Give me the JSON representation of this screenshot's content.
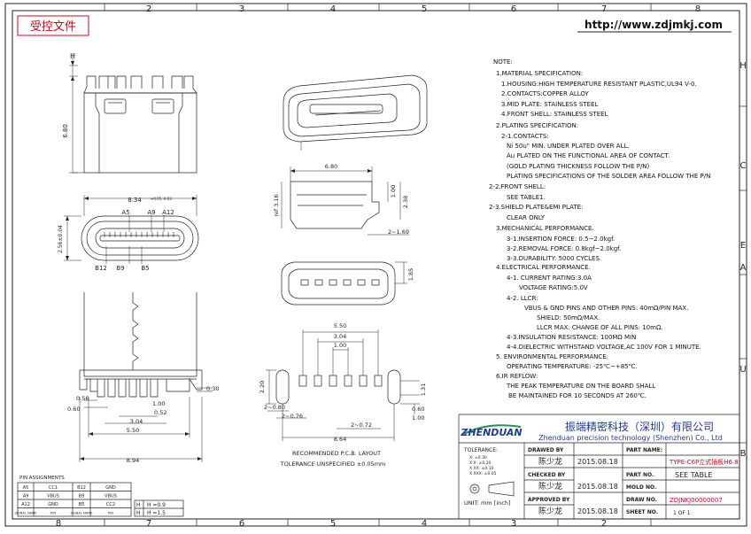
{
  "stamp": "受控文件",
  "website": "http://www.zdjmkj.com",
  "col_labels_top": [
    "2",
    "3",
    "4",
    "5",
    "6",
    "7",
    "8"
  ],
  "col_labels_bottom": [
    "8",
    "7",
    "6",
    "5",
    "4",
    "3",
    "2"
  ],
  "row_labels": [
    "H",
    "C",
    "E",
    "A",
    "U",
    "B"
  ],
  "notes": [
    "NOTE:",
    "1.MATERIAL SPECIFICATION:",
    "1.HOUSING:HIGH TEMPERATURE RESISTANT PLASTIC,UL94 V-0.",
    "2.CONTACTS:COPPER ALLOY",
    "3.MID PLATE: STAINLESS STEEL",
    "4.FRONT SHELL: STAINLESS STEEL",
    "2.PLATING SPECIFICATION:",
    "2-1.CONTACTS:",
    "Ni 50u\" MIN. UNDER PLATED OVER ALL.",
    "Au PLATED ON THE FUNCTIONAL AREA OF CONTACT.",
    "(GOLD PLATING THICKNESS FOLLOW THE P/N)",
    "PLATING SPECIFICATIONS OF THE SOLDER AREA FOLLOW THE P/N",
    "2-2.FRONT SHELL:",
    "SEE TABLE1.",
    "2-3.SHIELD PLATE&EMI PLATE:",
    "CLEAR ONLY",
    "3.MECHANICAL PERFORMANCE.",
    "3-1.INSERTION FORCE: 0.5~2.0kgf.",
    "3-2.REMOVAL FORCE: 0.8kgf~2.0kgf.",
    "3-3.DURABILITY: 5000 CYCLES.",
    "4.ELECTRICAL PERFORMANCE.",
    "4-1. CURRENT RATING:3.0A",
    "VOLTAGE RATING:5.0V",
    "4-2. LLCR:",
    "VBUS & GND PINS AND OTHER PINS: 40mΩ/PIN MAX.",
    "SHIELD: 50mΩ/MAX.",
    "LLCR MAX. CHANGE OF ALL PINS: 10mΩ.",
    "4-3.INSULATION RESISTANCE: 100MΩ MIN",
    "4-4.DIELECTRIC WITHSTAND VOLTAGE,AC 100V FOR 1 MINUTE.",
    "5. ENVIRONMENTAL PERFORMANCE:",
    "OPERATING TEMPERATURE: -25℃~+85℃.",
    "6.IR REFLOW:",
    "THE PEAK TEMPERATURE ON THE BOARD SHALL",
    "BE MAINTAINED FOR 10 SECONDS AT 260℃."
  ],
  "dims": {
    "h_marker": "H",
    "d680v": "6.80",
    "d834": "8.34",
    "d834tol": "+0.05 -0.03",
    "d256": "2.56±0.04",
    "pinA5": "A5",
    "pinA9": "A9",
    "pinA12": "A12",
    "pinB12": "B12",
    "pinB9": "B9",
    "pinB5": "B5",
    "d680top": "6.80",
    "dref316": "ref 3.16",
    "d100": "1.00",
    "d238": "2.38",
    "d169": "2~1.69",
    "d185": "1.85",
    "d030": "0.30",
    "d056": "0.56",
    "d060l": "0.60",
    "d100b": "1.00",
    "d052": "0.52",
    "d304": "3.04",
    "d550": "5.50",
    "d894": "8.94",
    "p550": "5.50",
    "p304": "3.04",
    "p100": "1.00",
    "p220": "2.20",
    "p080": "2~0.80",
    "p076": "2~0.76",
    "p072": "2~0.72",
    "p131": "1.31",
    "p060": "0.60",
    "p100r": "1.00",
    "p864": "8.64",
    "pcb_caption": "RECOMMENDED P.C.B. LAYOUT",
    "tol_caption": "TOLERANCE UNSPECIFIED ±0.05mm"
  },
  "pin_table": {
    "title": "PIN ASSIGNMENTS",
    "rows": [
      [
        "A5",
        "CC1",
        "B12",
        "GND"
      ],
      [
        "A9",
        "VBUS",
        "B9",
        "VBUS"
      ],
      [
        "A12",
        "GND",
        "B5",
        "CC2"
      ],
      [
        "SIGNAL NAME",
        "PIN",
        "SIGNAL NAME",
        "PIN"
      ]
    ]
  },
  "h_table": {
    "rows": [
      [
        "H",
        "H =0.9"
      ],
      [
        "H",
        "H =1.5"
      ]
    ]
  },
  "tolerance_block": {
    "title": "TOLERANCE:",
    "lines": [
      "X: ±0.30",
      "X.X: ±0.20",
      "X.XX: ±0.10",
      "X.XXX: ±0.05"
    ],
    "unit_label": "UNIT: mm [inch]"
  },
  "title_block": {
    "company_cn": "振端精密科技（深圳）有限公司",
    "company_en": "Zhenduan precision technology (Shenzhen) Co., Ltd",
    "logo": "ZHENDUAN",
    "drawn_by_label": "DRAWED BY",
    "checked_by_label": "CHECKED BY",
    "approved_by_label": "APPROVED BY",
    "drawn_by": "陈少龙",
    "checked_by": "陈少龙",
    "approved_by": "陈少龙",
    "date1": "2015.08.18",
    "date2": "2015.08.18",
    "date3": "2015.08.18",
    "part_name_label": "PART NAME:",
    "part_name": "TYPE-C6P立式插板H6.8",
    "part_no_label": "PART NO.",
    "part_no": "SEE TABLE",
    "mold_no_label": "MOLD NO.",
    "mold_no": "",
    "draw_no_label": "DRAW NO.",
    "draw_no": "ZDJNKJ00000007",
    "sheet_no_label": "SHEET NO.",
    "sheet_no": "1 OF 1"
  },
  "colors": {
    "line": "#222222",
    "red": "#d0021b",
    "green": "#2e8b57",
    "blue": "#1f3b8f"
  }
}
